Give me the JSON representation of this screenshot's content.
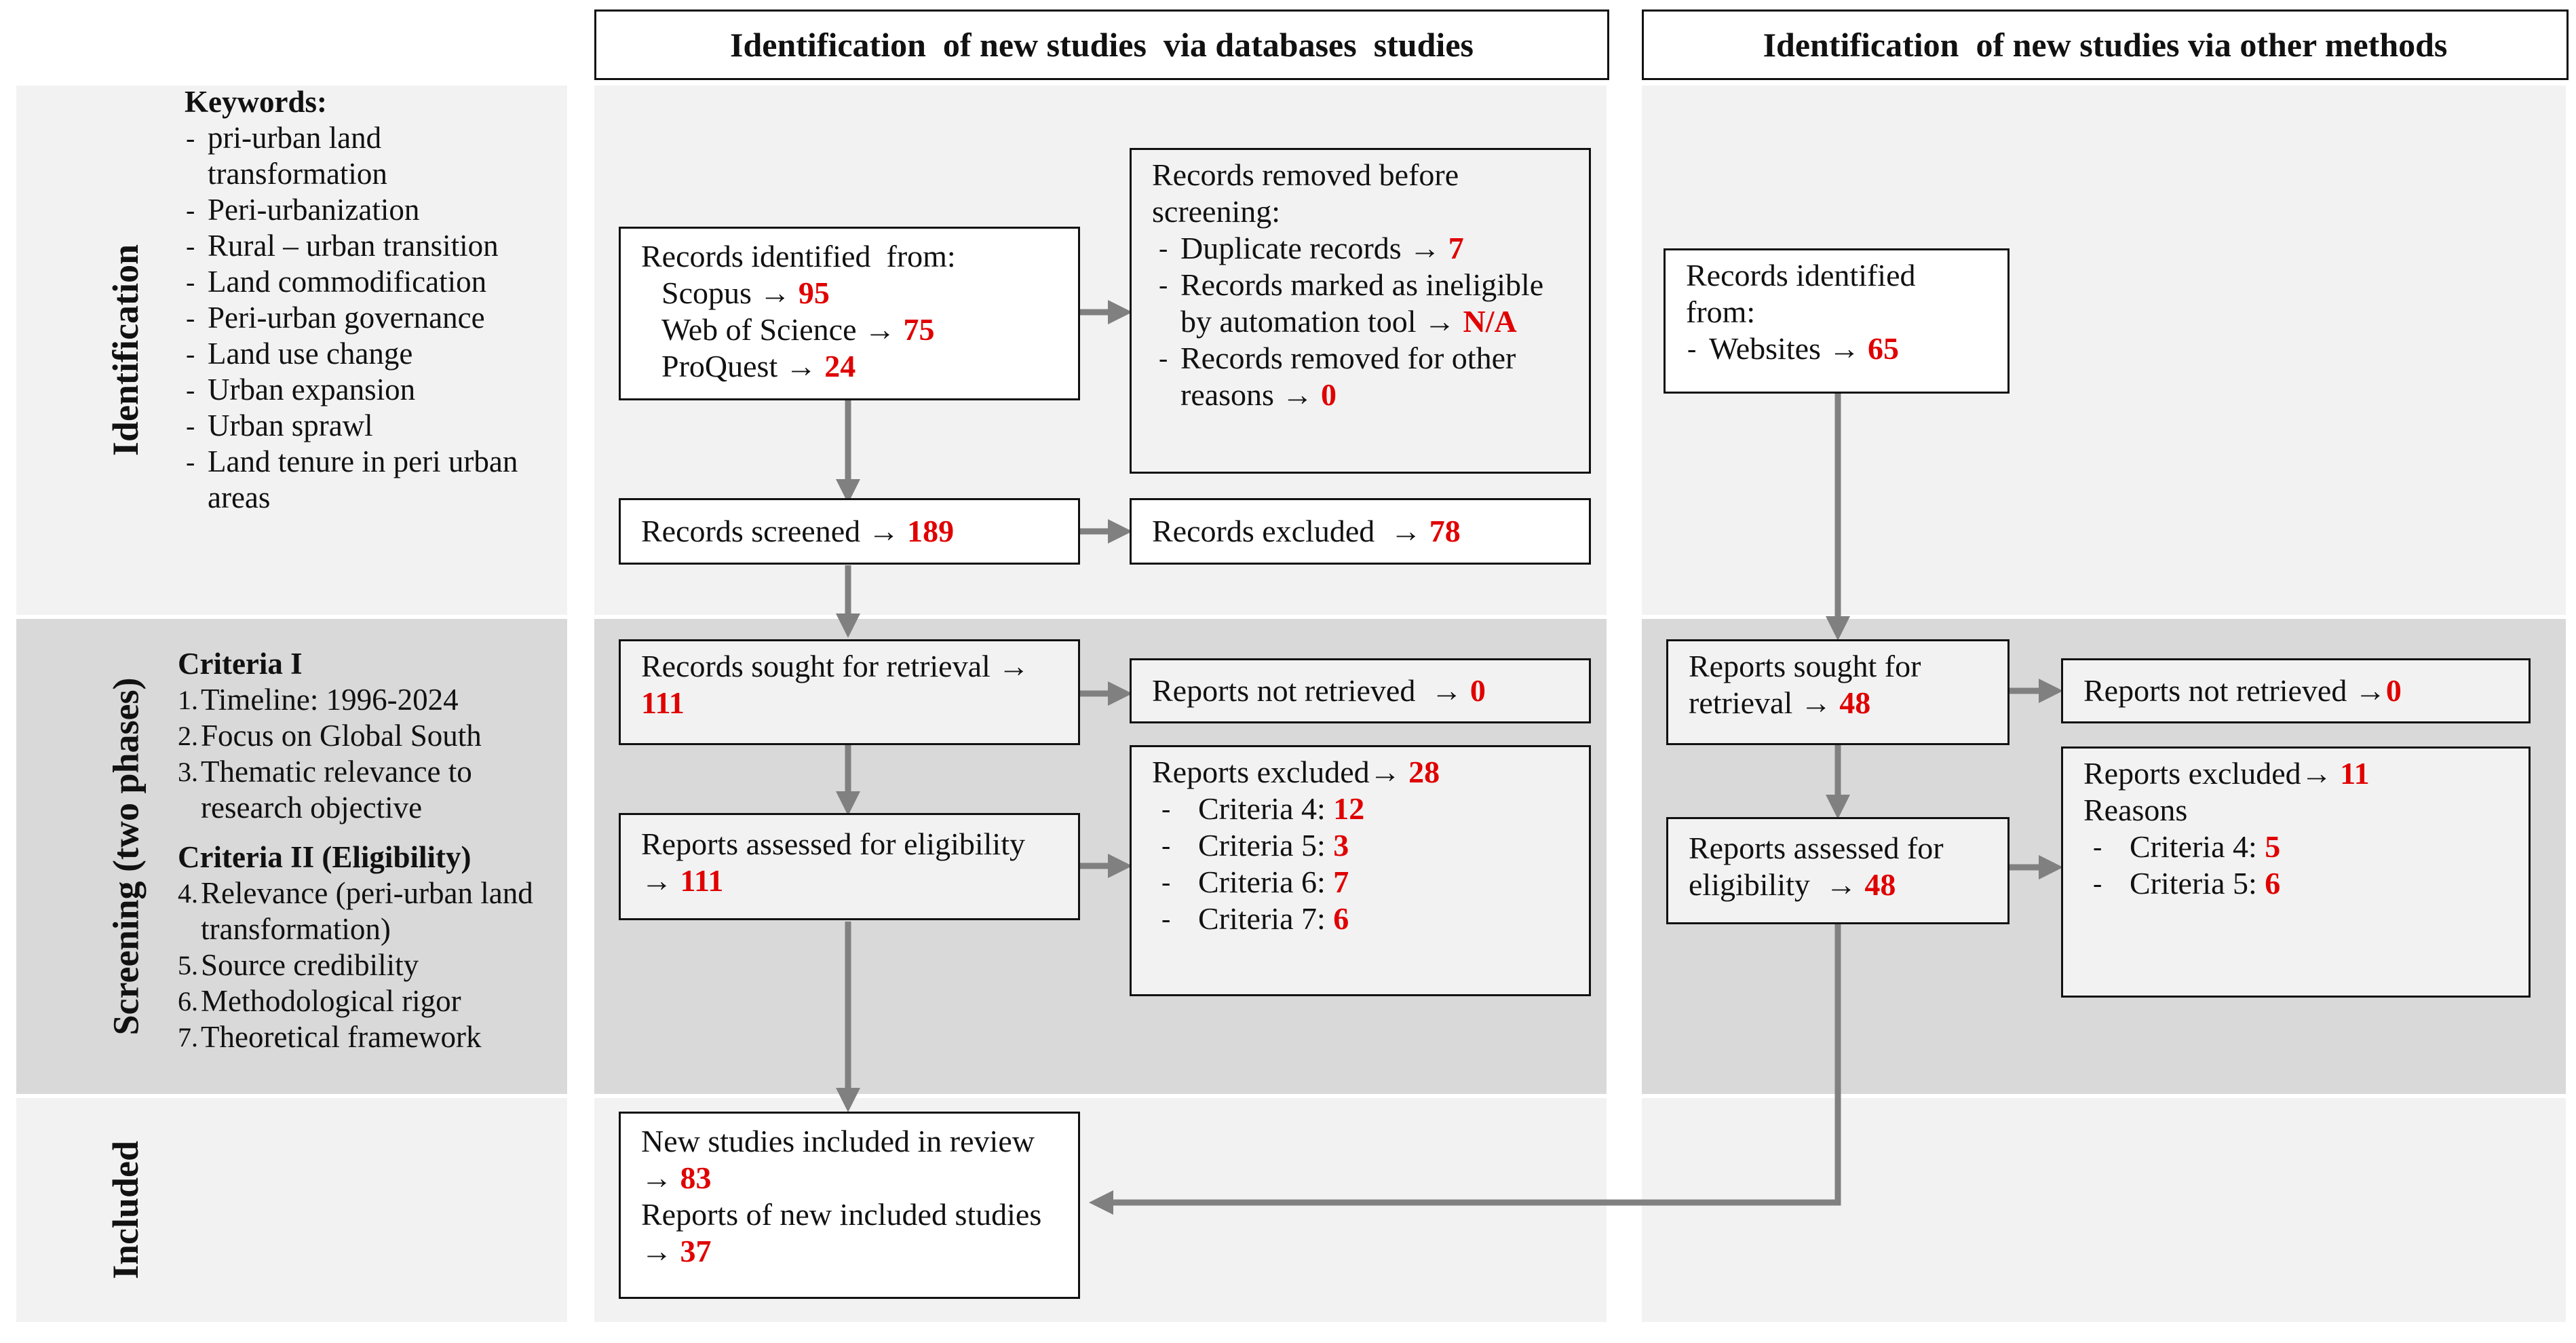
{
  "headers": {
    "databases": "Identification  of new studies  via databases  studies",
    "other": "Identification  of new studies via other methods"
  },
  "phases": {
    "identification": "Identification",
    "screening": "Screening (two phases)",
    "included": "Included"
  },
  "keywords": {
    "title": "Keywords:",
    "items": [
      "pri-urban land transformation",
      "Peri-urbanization",
      "Rural – urban transition",
      "Land commodification",
      "Peri-urban governance",
      "Land use change",
      "Urban expansion",
      "Urban sprawl",
      "Land tenure in peri urban areas"
    ]
  },
  "criteria": {
    "c1_title": "Criteria I",
    "c1_items": [
      {
        "num": "1.",
        "text": "Timeline: 1996-2024"
      },
      {
        "num": "2.",
        "text": "Focus on Global South"
      },
      {
        "num": "3.",
        "text": "Thematic relevance to research objective"
      }
    ],
    "c2_title": "Criteria II (Eligibility)",
    "c2_items": [
      {
        "num": "4.",
        "text": "Relevance (peri-urban land transformation)"
      },
      {
        "num": "5.",
        "text": "Source credibility"
      },
      {
        "num": "6.",
        "text": "Methodological rigor"
      },
      {
        "num": "7.",
        "text": "Theoretical framework"
      }
    ]
  },
  "db": {
    "identified": {
      "title": "Records identified  from:",
      "sources": [
        {
          "label": "Scopus ",
          "value": "95"
        },
        {
          "label": "Web of Science ",
          "value": "75"
        },
        {
          "label": "ProQuest ",
          "value": "24"
        }
      ]
    },
    "removed": {
      "title": "Records removed before screening:",
      "items": [
        {
          "label": "Duplicate records ",
          "value": "7"
        },
        {
          "label": "Records marked as ineligible by automation tool ",
          "value": "N/A"
        },
        {
          "label": "Records removed for other reasons ",
          "value": "0"
        }
      ]
    },
    "screened": {
      "label": "Records screened ",
      "value": "189"
    },
    "excluded": {
      "label": "Records excluded  ",
      "value": "78"
    },
    "sought": {
      "label": "Records sought for retrieval ",
      "value": "111"
    },
    "not_retrieved": {
      "label": "Reports not retrieved  ",
      "value": "0"
    },
    "assessed": {
      "label": "Reports assessed for eligibility  ",
      "value": "111"
    },
    "reports_excluded": {
      "title": "Reports excluded",
      "value": "28",
      "items": [
        {
          "label": "Criteria 4: ",
          "value": "12"
        },
        {
          "label": "Criteria 5: ",
          "value": "3"
        },
        {
          "label": "Criteria 6: ",
          "value": "7"
        },
        {
          "label": "Criteria 7: ",
          "value": "6"
        }
      ]
    },
    "included": {
      "studies_label": "New studies included in review  ",
      "studies_value": "83",
      "reports_label": "Reports of new included studies ",
      "reports_value": "37"
    }
  },
  "other": {
    "identified": {
      "title": "Records identified from:",
      "item_label": "Websites ",
      "item_value": "65"
    },
    "sought": {
      "label": "Reports sought for retrieval ",
      "value": "48"
    },
    "not_retrieved": {
      "label": "Reports not retrieved ",
      "value": "0"
    },
    "assessed": {
      "label": "Reports assessed for eligibility  ",
      "value": "48"
    },
    "reports_excluded": {
      "title": "Reports excluded",
      "value": "11",
      "reasons": "Reasons",
      "items": [
        {
          "label": "Criteria 4: ",
          "value": "5"
        },
        {
          "label": "Criteria 5: ",
          "value": "6"
        }
      ]
    }
  },
  "arrow_glyph": "→",
  "colors": {
    "highlight": "#e00000",
    "arrow": "#808080",
    "panel_light": "#f2f2f2",
    "panel_dark": "#d9d9d9"
  }
}
